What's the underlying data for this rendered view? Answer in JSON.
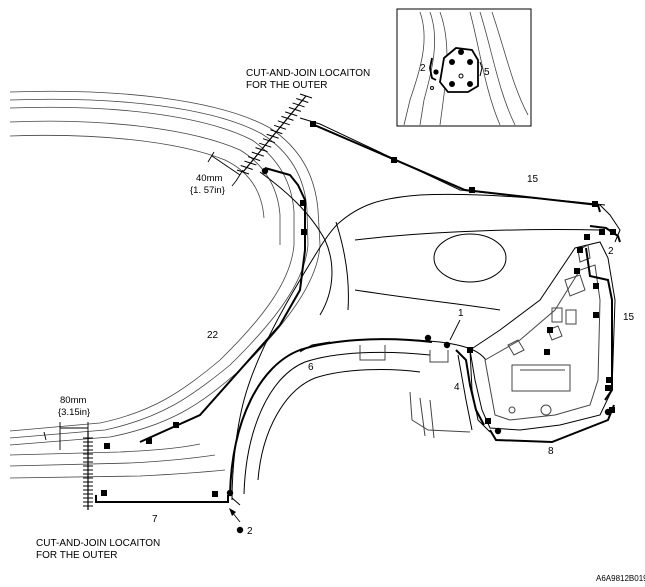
{
  "diagram_code": "A6A9812B019",
  "cut_join_upper": [
    "CUT-AND-JOIN LOCAITON",
    "FOR THE OUTER"
  ],
  "cut_join_lower": [
    "CUT-AND-JOIN LOCAITON",
    "FOR THE OUTER"
  ],
  "dim_upper": [
    "40mm",
    "{1. 57in}"
  ],
  "dim_lower": [
    "80mm",
    "{3.15in}"
  ],
  "callouts": {
    "c15_top": "15",
    "c2_right": "2",
    "c15_right": "15",
    "c22": "22",
    "c1": "1",
    "c6": "6",
    "c4": "4",
    "c8": "8",
    "c7": "7",
    "c2_bottom": "2",
    "inset_2": "2",
    "inset_5": "5"
  },
  "colors": {
    "line": "#000000",
    "detail": "#444444",
    "paper": "#ffffff"
  }
}
